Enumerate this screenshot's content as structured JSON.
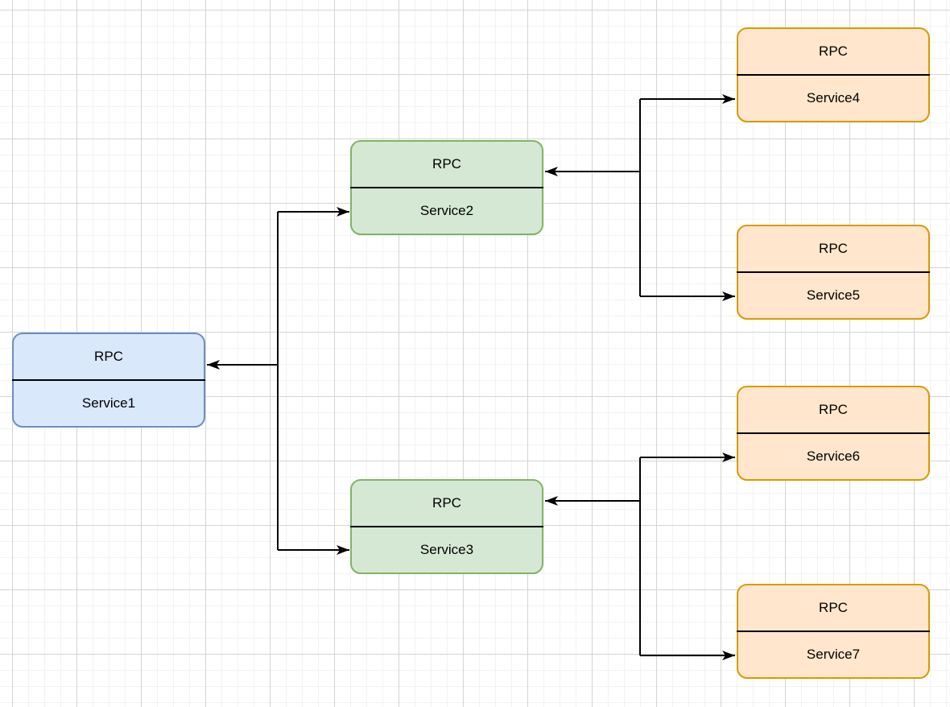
{
  "diagram": {
    "type": "rpc-service-call-tree",
    "nodes": [
      {
        "id": "service1",
        "title": "RPC",
        "name": "Service1",
        "fill": "#dae8fc",
        "stroke": "#6c8ebf"
      },
      {
        "id": "service2",
        "title": "RPC",
        "name": "Service2",
        "fill": "#d5e8d4",
        "stroke": "#82b366"
      },
      {
        "id": "service3",
        "title": "RPC",
        "name": "Service3",
        "fill": "#d5e8d4",
        "stroke": "#82b366"
      },
      {
        "id": "service4",
        "title": "RPC",
        "name": "Service4",
        "fill": "#ffe6cc",
        "stroke": "#d79b00"
      },
      {
        "id": "service5",
        "title": "RPC",
        "name": "Service5",
        "fill": "#ffe6cc",
        "stroke": "#d79b00"
      },
      {
        "id": "service6",
        "title": "RPC",
        "name": "Service6",
        "fill": "#ffe6cc",
        "stroke": "#d79b00"
      },
      {
        "id": "service7",
        "title": "RPC",
        "name": "Service7",
        "fill": "#ffe6cc",
        "stroke": "#d79b00"
      }
    ],
    "edges": [
      {
        "between": [
          "service2",
          "service1"
        ],
        "arrowheads": "both",
        "routing": "orthogonal"
      },
      {
        "between": [
          "service3",
          "service1"
        ],
        "arrowheads": "both",
        "routing": "orthogonal"
      },
      {
        "between": [
          "service4",
          "service2"
        ],
        "arrowheads": "both",
        "routing": "orthogonal"
      },
      {
        "between": [
          "service5",
          "service2"
        ],
        "arrowheads": "both",
        "routing": "orthogonal"
      },
      {
        "between": [
          "service6",
          "service3"
        ],
        "arrowheads": "both",
        "routing": "orthogonal"
      },
      {
        "between": [
          "service7",
          "service3"
        ],
        "arrowheads": "both",
        "routing": "orthogonal"
      }
    ],
    "colors": {
      "edge": "#000000",
      "text": "#000000",
      "node_divider": "#000000",
      "background": "#ffffff",
      "grid_minor": "#f2f2f2",
      "grid_major": "#d4d4d4"
    }
  }
}
